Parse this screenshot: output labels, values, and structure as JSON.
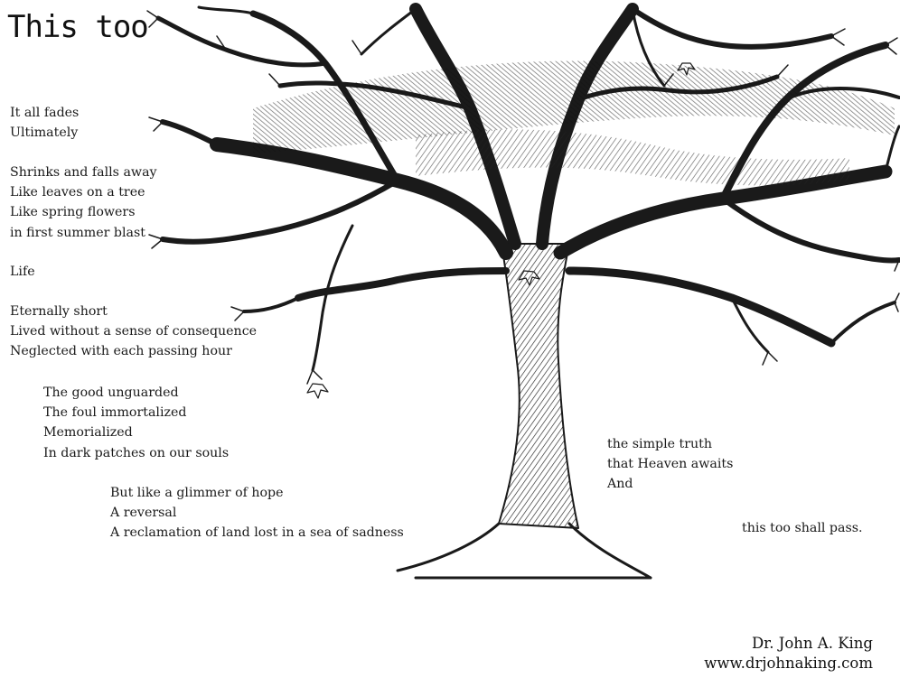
{
  "title": "This too",
  "poem": {
    "stanza1": [
      "It all fades",
      "Ultimately"
    ],
    "stanza2": [
      "Shrinks and falls away",
      "Like leaves on a tree",
      "Like spring flowers",
      "in first summer blast"
    ],
    "stanza3": [
      "Life"
    ],
    "stanza4": [
      "Eternally short",
      "Lived without a sense of consequence",
      "Neglected with each passing hour"
    ],
    "stanza5": [
      "The good unguarded",
      "The foul immortalized",
      "Memorialized",
      "In dark patches on our souls"
    ],
    "stanza6": [
      "But like a glimmer of hope",
      "A reversal",
      "A reclamation of land lost in a sea of sadness"
    ],
    "stanza7": [
      "the simple truth",
      "that Heaven awaits",
      "And"
    ],
    "stanza8": [
      "this too shall pass."
    ]
  },
  "credit": {
    "author": "Dr. John A. King",
    "website": "www.drjohnaking.com"
  },
  "illustration": {
    "icon": "bare-tree-icon",
    "ink_color": "#1a1a1a",
    "background_color": "#ffffff"
  }
}
